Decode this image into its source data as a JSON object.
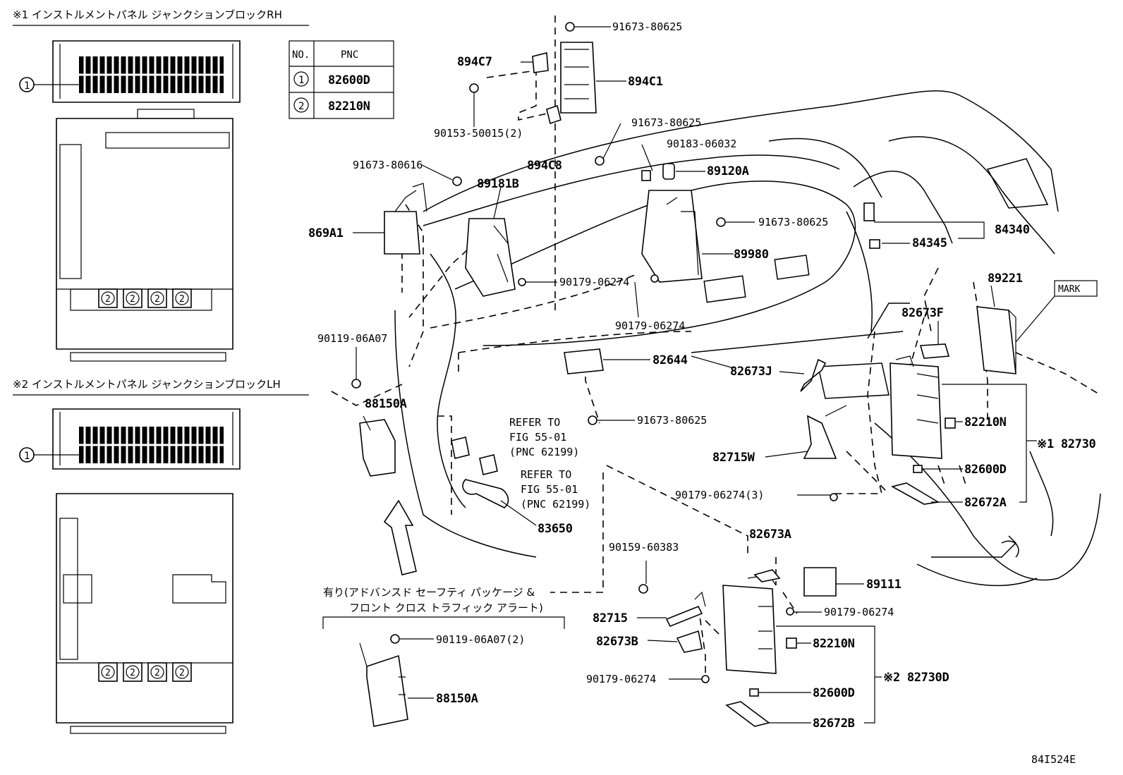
{
  "header": {
    "jb_rh_title": "※1 インストルメントパネル ジャンクションブロックRH",
    "jb_lh_title": "※2 インストルメントパネル ジャンクションブロックLH",
    "circle_1": "1",
    "circle_2": "2"
  },
  "table": {
    "col_no": "NO.",
    "col_pnc": "PNC",
    "rows": [
      {
        "no": "1",
        "pnc": "82600D"
      },
      {
        "no": "2",
        "pnc": "82210N"
      }
    ]
  },
  "callouts": {
    "p91673_80625_a": "91673-80625",
    "p894C7": "894C7",
    "p894C1": "894C1",
    "p90153_50015": "90153-50015(2)",
    "p91673_80625_b": "91673-80625",
    "p894C8": "894C8",
    "p90183_06032": "90183-06032",
    "p89120A": "89120A",
    "p91673_80616": "91673-80616",
    "p89181B": "89181B",
    "p869A1": "869A1",
    "p91673_80625_c": "91673-80625",
    "p84340": "84340",
    "p84345": "84345",
    "p89980": "89980",
    "p90179_06274_a": "90179-06274",
    "p89221": "89221",
    "mark": "MARK",
    "p90179_06274_b": "90179-06274",
    "p82673F": "82673F",
    "p90119_06A07": "90119-06A07",
    "p82644": "82644",
    "p82673J": "82673J",
    "p88150A_a": "88150A",
    "p82210N_a": "82210N",
    "p82730": "※1 82730",
    "p91673_80625_d": "91673-80625",
    "refer1_a": "REFER TO",
    "refer1_b": "FIG 55-01",
    "refer1_c": "(PNC 62199)",
    "p82715W": "82715W",
    "p82600D_a": "82600D",
    "refer2_a": "REFER TO",
    "refer2_b": "FIG 55-01",
    "refer2_c": "(PNC 62199)",
    "p90179_06274_3": "90179-06274(3)",
    "p82672A": "82672A",
    "p83650": "83650",
    "p82673A": "82673A",
    "p90159_60383": "90159-60383",
    "p89111": "89111",
    "option_a": "有り(アドバンスド セーフティ パッケージ &",
    "option_b": "フロント クロス トラフィック アラート)",
    "p82715": "82715",
    "p90179_06274_c": "90179-06274",
    "p90119_06A07_2": "90119-06A07(2)",
    "p82673B": "82673B",
    "p82210N_b": "82210N",
    "p82730D": "※2 82730D",
    "p90179_06274_d": "90179-06274",
    "p88150A_b": "88150A",
    "p82600D_b": "82600D",
    "p82672B": "82672B"
  },
  "footer": {
    "code": "84I524E"
  }
}
